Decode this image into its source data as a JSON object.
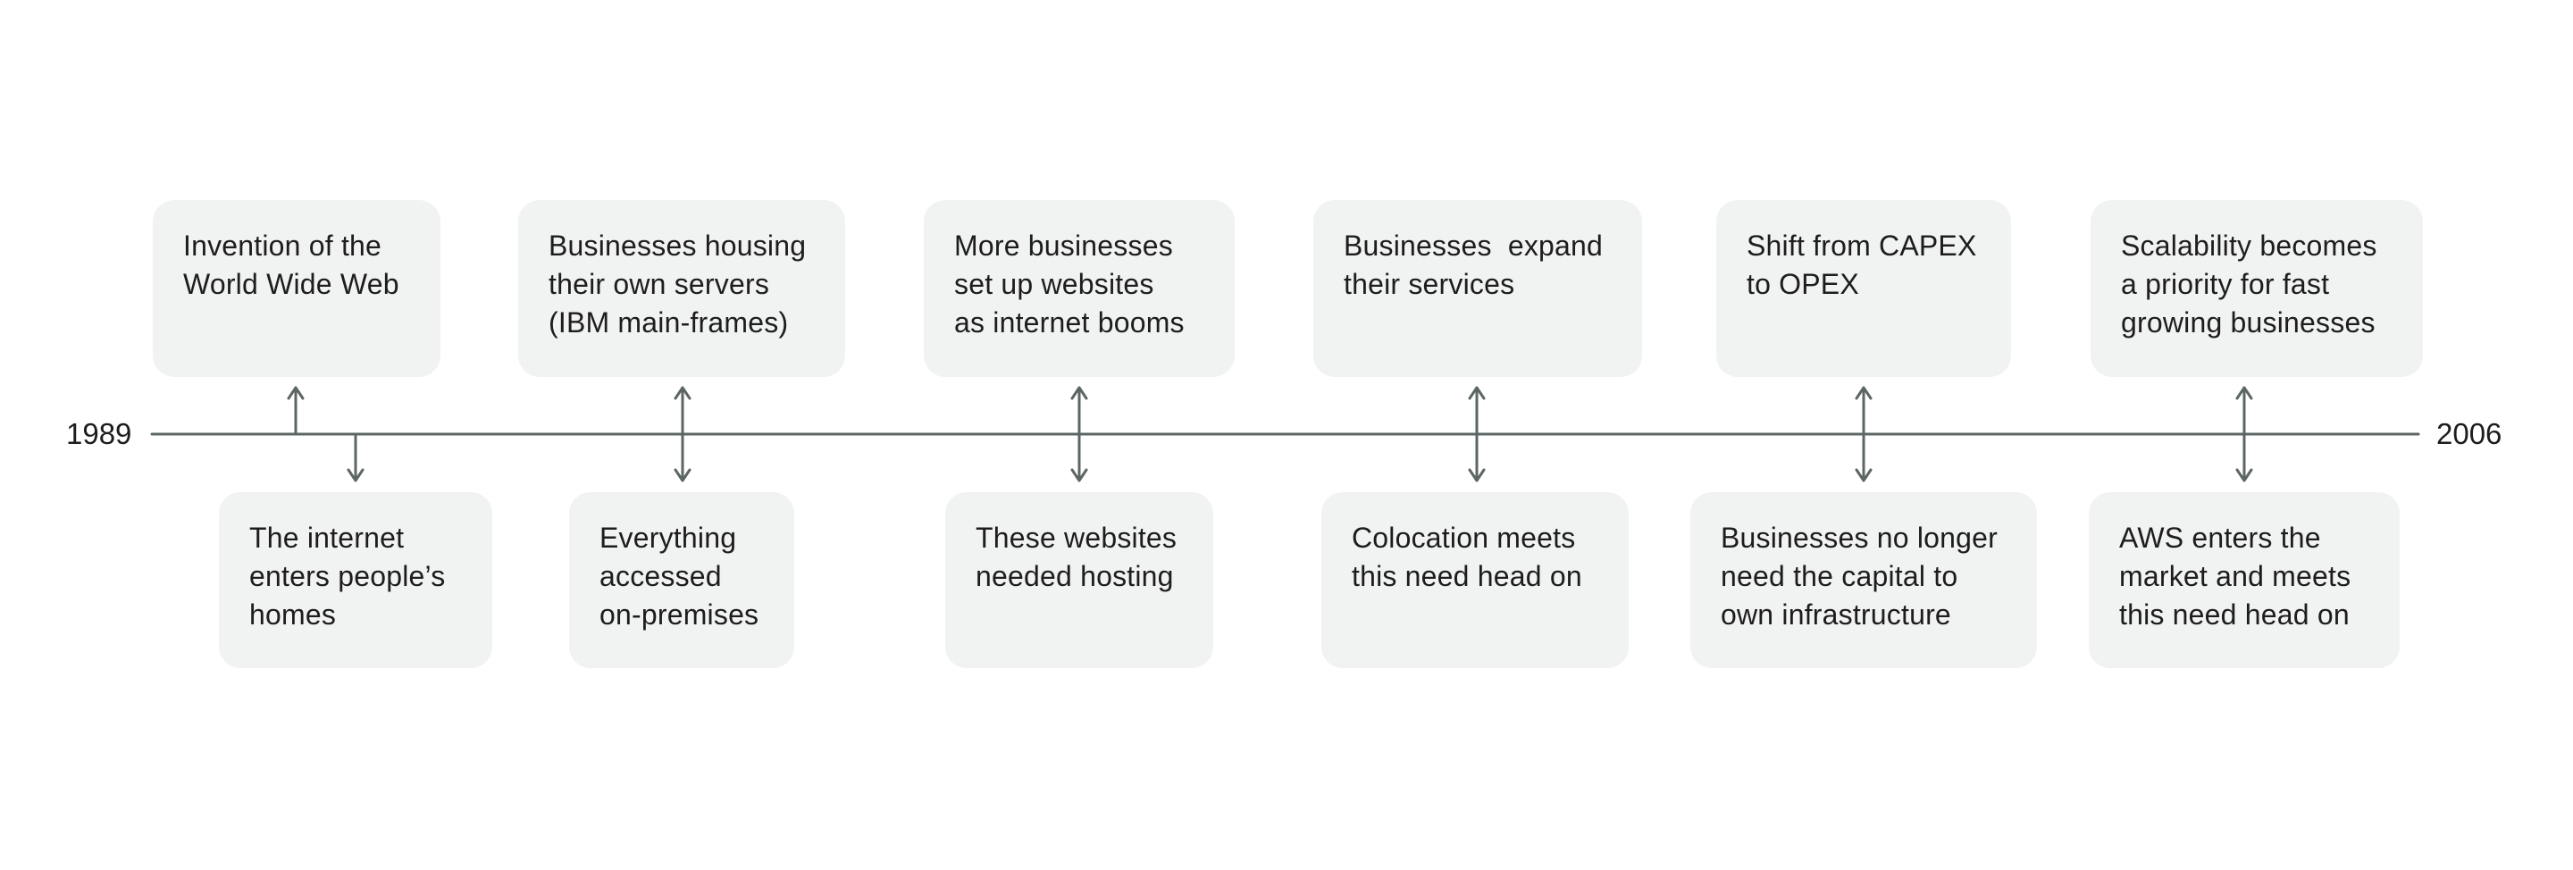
{
  "page": {
    "background": "#ffffff"
  },
  "timeline": {
    "start_year": "1989",
    "end_year": "2006",
    "colors": {
      "line": "#5c6664",
      "box_background": "#f1f2f2",
      "text": "#1d1d1b"
    },
    "top_events": [
      {
        "text": "Invention of the\nWorld Wide Web"
      },
      {
        "text": "Businesses housing\ntheir own servers\n(IBM main-frames)"
      },
      {
        "text": "More businesses\nset up websites\nas internet booms"
      },
      {
        "text": "Businesses  expand\ntheir services"
      },
      {
        "text": "Shift from CAPEX\nto OPEX"
      },
      {
        "text": "Scalability becomes\na priority for fast\ngrowing businesses"
      }
    ],
    "bottom_events": [
      {
        "text": "The internet\nenters people’s\nhomes"
      },
      {
        "text": "Everything\naccessed\non-premises"
      },
      {
        "text": "These websites\nneeded hosting"
      },
      {
        "text": "Colocation meets\nthis need head on"
      },
      {
        "text": "Businesses no longer\nneed the capital to\nown infrastructure"
      },
      {
        "text": "AWS enters the\nmarket and meets\nthis need head on"
      }
    ]
  }
}
